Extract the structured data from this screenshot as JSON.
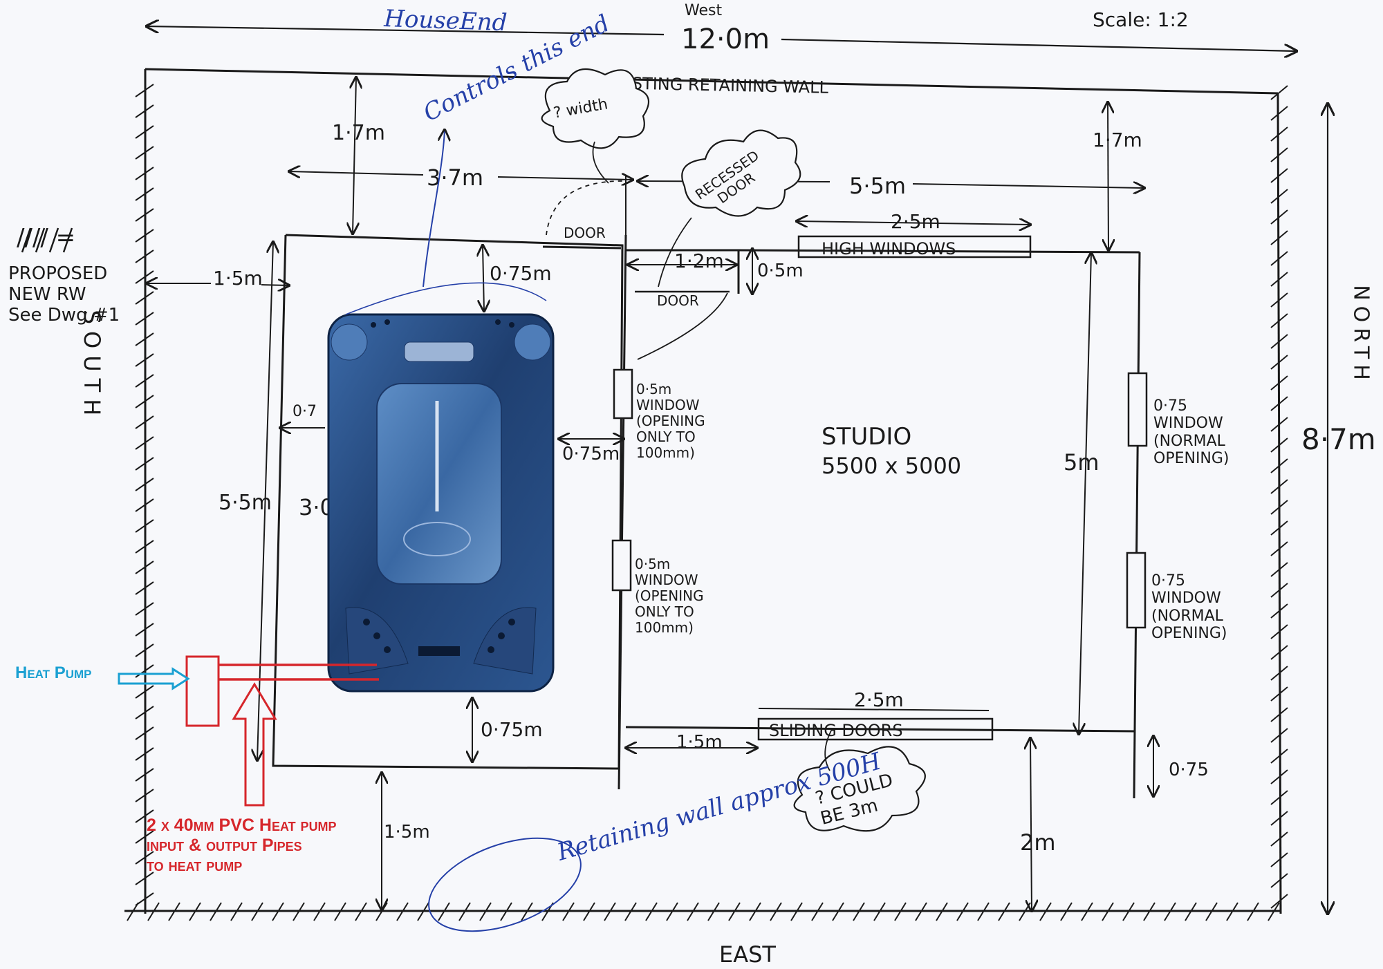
{
  "header": {
    "house_end": "HouseEnd",
    "west": "West",
    "overall_width": "12·0m",
    "scale": "Scale: 1:2"
  },
  "compass": {
    "south": "SOUTH",
    "north": "NORTH",
    "east": "EAST"
  },
  "walls": {
    "existing": "EXISTING RETAINING WALL",
    "retaining_note": "Retaining wall\napprox 500H"
  },
  "legend": {
    "symbol": "//// =",
    "text": "PROPOSED\nNEW RW\nSee Dwg #1"
  },
  "notes": {
    "controls": "Controls this end",
    "width_query": "? width",
    "recessed_door": "RECESSED\nDOOR",
    "could_be": "? COULD\nBE 3m"
  },
  "dimensions": {
    "top_left_offset": "1·7m",
    "left_span": "3·7m",
    "right_span": "5·5m",
    "top_right_offset": "1·7m",
    "overall_depth": "8·7m",
    "left_clearance": "1·5m",
    "pad_length": "5·5m",
    "spa_length": "3·0",
    "spa_side": "0·7",
    "spa_top": "0·75m",
    "spa_bottom": "0·75m",
    "spa_right": "0·75m",
    "bottom_offset": "1·5m",
    "door_offset": "1·2m",
    "door_depth": "0·5m",
    "high_windows_width": "2·5m",
    "studio_depth": "5m",
    "sliding_width": "2·5m",
    "sliding_offset": "1·5m",
    "east_offset": "2m",
    "right_gap": "0·75"
  },
  "labels": {
    "door_top": "DOOR",
    "door_side": "DOOR",
    "high_windows": "HIGH WINDOWS",
    "sliding_doors": "SLIDING DOORS",
    "studio": "STUDIO",
    "studio_size": "5500 x 5000",
    "window_1": "0·5m\nWINDOW\n(OPENING\nONLY TO\n100mm)",
    "window_2": "0·5m\nWINDOW\n(OPENING\nONLY TO\n100mm)",
    "window_3": "0·75\nWINDOW\n(NORMAL\nOPENING)",
    "window_4": "0·75\nWINDOW\n(NORMAL\nOPENING)"
  },
  "equipment": {
    "heat_pump": "Heat Pump",
    "pipes_note": "2 x 40mm PVC Heat pump\ninput & output Pipes\nto heat pump"
  },
  "colors": {
    "ink": "#1a1a1a",
    "pen_blue": "#2540a8",
    "pipe_red": "#d6262b",
    "heat_cyan": "#1aa0d2",
    "spa_shell": "#2b4f86"
  }
}
